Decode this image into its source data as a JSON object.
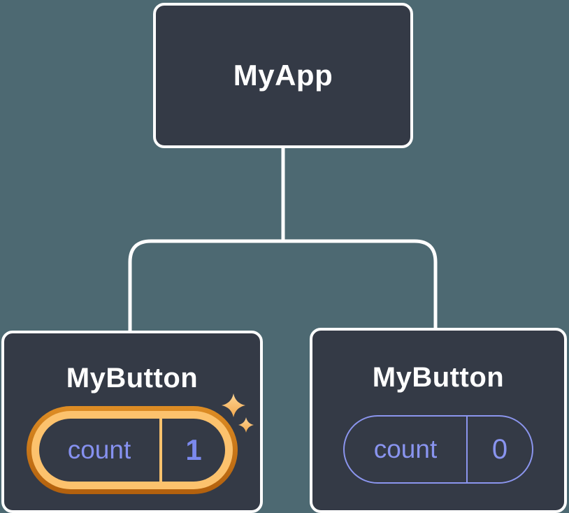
{
  "diagram": {
    "type": "component-tree",
    "root": {
      "label": "MyApp"
    },
    "children": [
      {
        "label": "MyButton",
        "state": {
          "name": "count",
          "value": "1"
        },
        "highlighted": true,
        "note": "state just updated (sparkles)"
      },
      {
        "label": "MyButton",
        "state": {
          "name": "count",
          "value": "0"
        },
        "highlighted": false
      }
    ]
  },
  "icons": {
    "sparkles": "sparkles-icon"
  },
  "colors": {
    "background": "#4d6972",
    "node_fill": "#343a46",
    "node_border": "#ffffff",
    "connector": "#ffffff",
    "state_text_purple": "#8691f0",
    "state_border_purple": "#8b95ee",
    "highlight_orange_dark": "#b2600d",
    "highlight_orange_mid": "#de8d24",
    "highlight_orange_light": "#fcc26d",
    "sparkle_gold_light": "#fdd494",
    "sparkle_gold_dark": "#f3a94e"
  }
}
